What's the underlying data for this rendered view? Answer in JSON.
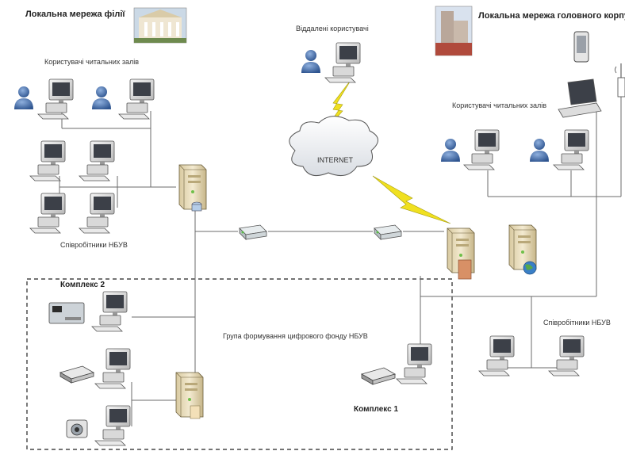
{
  "titles": {
    "branch_lan": "Локальна мережа філії",
    "main_lan": "Локальна мережа головного корпусу"
  },
  "labels": {
    "remote_users": "Віддалені користувачі",
    "reading_users_left": "Користувачі читальних залів",
    "reading_users_right": "Користувачі читальних залів",
    "staff_left": "Співробітники НБУВ",
    "staff_right": "Співробітники НБУВ",
    "internet": "INTERNET",
    "complex2": "Комплекс 2",
    "complex1": "Комплекс 1",
    "digital_group": "Група формування цифрового фонду НБУВ"
  },
  "colors": {
    "line": "#6b6b6b",
    "lightning": "#f0e020",
    "user": "#3b5f93",
    "server": "#e9dcb5",
    "dashed_box": "#222222"
  },
  "icons": [
    "building-photo-icon",
    "computer-icon",
    "user-icon",
    "server-icon",
    "switch-icon",
    "cloud-icon",
    "lightning-icon",
    "scanner-icon",
    "camera-icon",
    "device-icon",
    "laptop-icon",
    "tablet-icon",
    "antenna-icon"
  ]
}
